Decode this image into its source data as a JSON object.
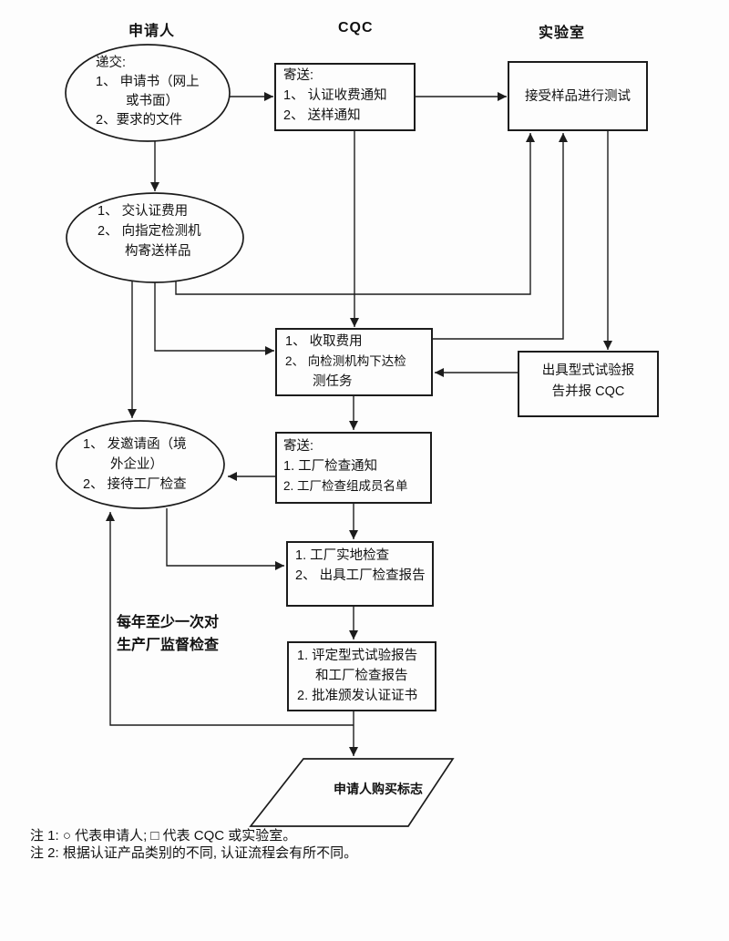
{
  "headers": {
    "applicant": "申请人",
    "cqc": "CQC",
    "lab": "实验室"
  },
  "nodes": {
    "submit": {
      "lines": [
        "递交:",
        "1、 申请书（网上",
        "或书面）",
        "2、要求的文件"
      ]
    },
    "cqc_send_notice": {
      "lines": [
        "寄送:",
        "1、 认证收费通知",
        "2、 送样通知"
      ]
    },
    "lab_test": {
      "lines": [
        "接受样品进行测试"
      ]
    },
    "pay_and_send": {
      "lines": [
        "1、 交认证费用",
        "2、 向指定检测机",
        "构寄送样品"
      ]
    },
    "collect_fee": {
      "lines": [
        "1、 收取费用",
        "2、 向检测机构下达检",
        "测任务"
      ]
    },
    "issue_report": {
      "lines": [
        "出具型式试验报",
        "告并报 CQC"
      ]
    },
    "invite": {
      "lines": [
        "1、 发邀请函（境",
        "外企业）",
        "2、 接待工厂检查"
      ]
    },
    "send_inspection_notice": {
      "lines": [
        "寄送:",
        "1. 工厂检查通知",
        "2. 工厂检查组成员名单"
      ]
    },
    "site_inspection": {
      "lines": [
        "1. 工厂实地检查",
        "2、 出具工厂检查报告"
      ]
    },
    "evaluate_issue_cert": {
      "lines": [
        "1. 评定型式试验报告",
        "和工厂检查报告",
        "2. 批准颁发认证证书"
      ]
    },
    "buy_mark": {
      "lines": [
        "申请人购买标志"
      ]
    },
    "supervision_note": {
      "lines": [
        "每年至少一次对",
        "生产厂监督检查"
      ]
    }
  },
  "footnotes": {
    "note1": "注 1: ○ 代表申请人; □ 代表 CQC 或实验室。",
    "note2": "注 2: 根据认证产品类别的不同, 认证流程会有所不同。"
  },
  "colors": {
    "stroke": "#1c1c1c",
    "background": "#fdfdfd",
    "text": "#111111"
  }
}
